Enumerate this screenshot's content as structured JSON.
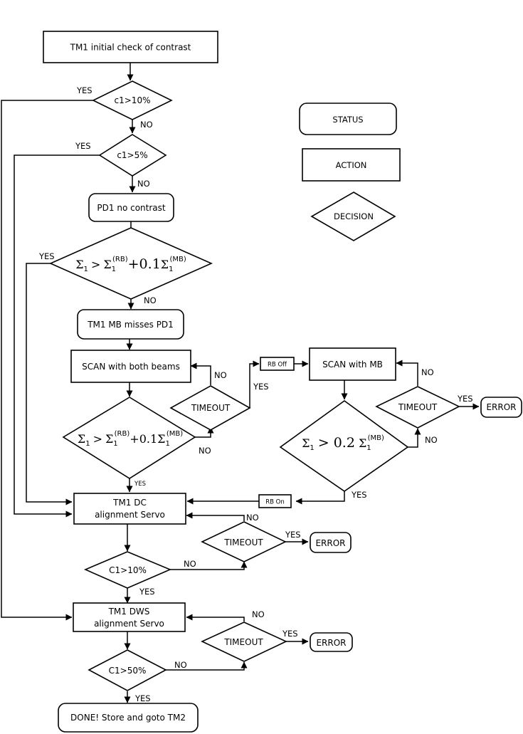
{
  "legend": {
    "status": "STATUS",
    "action": "ACTION",
    "decision": "DECISION"
  },
  "nodes": {
    "initial_check": "TM1 initial check of contrast",
    "c1_gt_10": "c1>10%",
    "c1_gt_5": "c1>5%",
    "pd1_no_contrast": "PD1 no contrast",
    "sigma_check_1": {
      "lhs": "Σ",
      "sub1": "1",
      "op": ">",
      "t1": "Σ",
      "sub2": "1",
      "sup2": "(RB)",
      "coef": "+0.1",
      "t2": "Σ",
      "sub3": "1",
      "sup3": "(MB)"
    },
    "mb_misses_pd1": "TM1 MB misses PD1",
    "scan_both": "SCAN with both beams",
    "timeout_1": "TIMEOUT",
    "rb_off": "RB Off",
    "scan_mb": "SCAN with MB",
    "timeout_2": "TIMEOUT",
    "error_1": "ERROR",
    "sigma_check_2": {
      "lhs": "Σ",
      "sub1": "1",
      "op": ">",
      "t1": "Σ",
      "sub2": "1",
      "sup2": "(RB)",
      "coef": "+0.1",
      "t2": "Σ",
      "sub3": "1",
      "sup3": "(MB)"
    },
    "sigma_check_3": {
      "lhs": "Σ",
      "sub1": "1",
      "op": "> 0.2",
      "t1": "Σ",
      "sub2": "1",
      "sup2": "(MB)"
    },
    "rb_on": "RB On",
    "dc_servo": {
      "line1": "TM1 DC",
      "line2": "alignment Servo"
    },
    "timeout_3": "TIMEOUT",
    "error_2": "ERROR",
    "c1_gt_10_b": "C1>10%",
    "dws_servo": {
      "line1": "TM1 DWS",
      "line2": "alignment Servo"
    },
    "timeout_4": "TIMEOUT",
    "error_3": "ERROR",
    "c1_gt_50": "C1>50%",
    "done": "DONE! Store and goto TM2"
  },
  "edge_labels": {
    "yes": "YES",
    "no": "NO"
  }
}
